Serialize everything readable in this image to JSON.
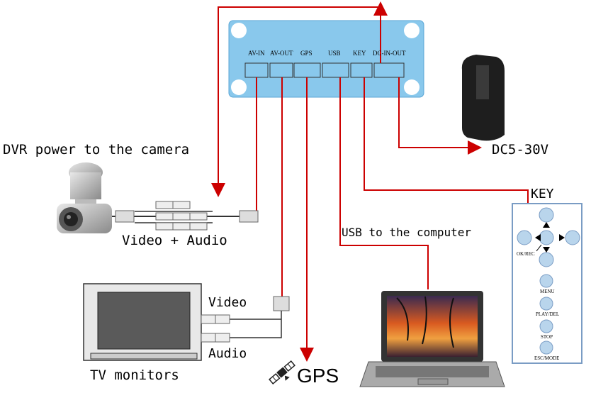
{
  "labels": {
    "dvr_power": "DVR power to the camera",
    "video_audio": "Video + Audio",
    "usb_computer": "USB to the computer",
    "dc_power": "DC5-30V",
    "key": "KEY",
    "tv_video": "Video",
    "tv_audio": "Audio",
    "tv_monitors": "TV monitors",
    "gps": "GPS"
  },
  "ports": [
    "AV-IN",
    "AV-OUT",
    "GPS",
    "USB",
    "KEY",
    "DC-IN-OUT"
  ],
  "keypad": {
    "ok_rec": "OK/REC",
    "menu": "MENU",
    "play_del": "PLAY/DEL",
    "stop": "STOP",
    "esc_mode": "ESC/MODE"
  },
  "colors": {
    "wire": "#cc0000",
    "device_body": "#89c8ec",
    "key_button": "#b9d5ec",
    "key_panel_border": "#7a9cc4"
  }
}
